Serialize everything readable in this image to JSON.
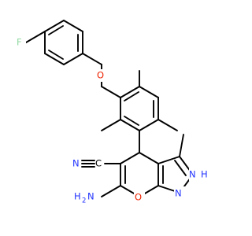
{
  "molecule": {
    "atoms": {
      "F": {
        "text": "F",
        "color": "#8fd9a0"
      },
      "O_ether": {
        "text": "O",
        "color": "#ee2200"
      },
      "CN_C": {
        "text": "C",
        "color": "#000000"
      },
      "CN_N": {
        "text": "N",
        "color": "#2233ff"
      },
      "NH2_H": {
        "text": "H",
        "color": "#2233ff"
      },
      "NH2_2": {
        "text": "2",
        "color": "#2233ff"
      },
      "NH2_N": {
        "text": "N",
        "color": "#2233ff"
      },
      "O_ring": {
        "text": "O",
        "color": "#ee2200"
      },
      "N1": {
        "text": "N",
        "color": "#2233ff"
      },
      "N2": {
        "text": "N",
        "color": "#2233ff"
      },
      "N2_H": {
        "text": "H",
        "color": "#2233ff"
      }
    }
  }
}
